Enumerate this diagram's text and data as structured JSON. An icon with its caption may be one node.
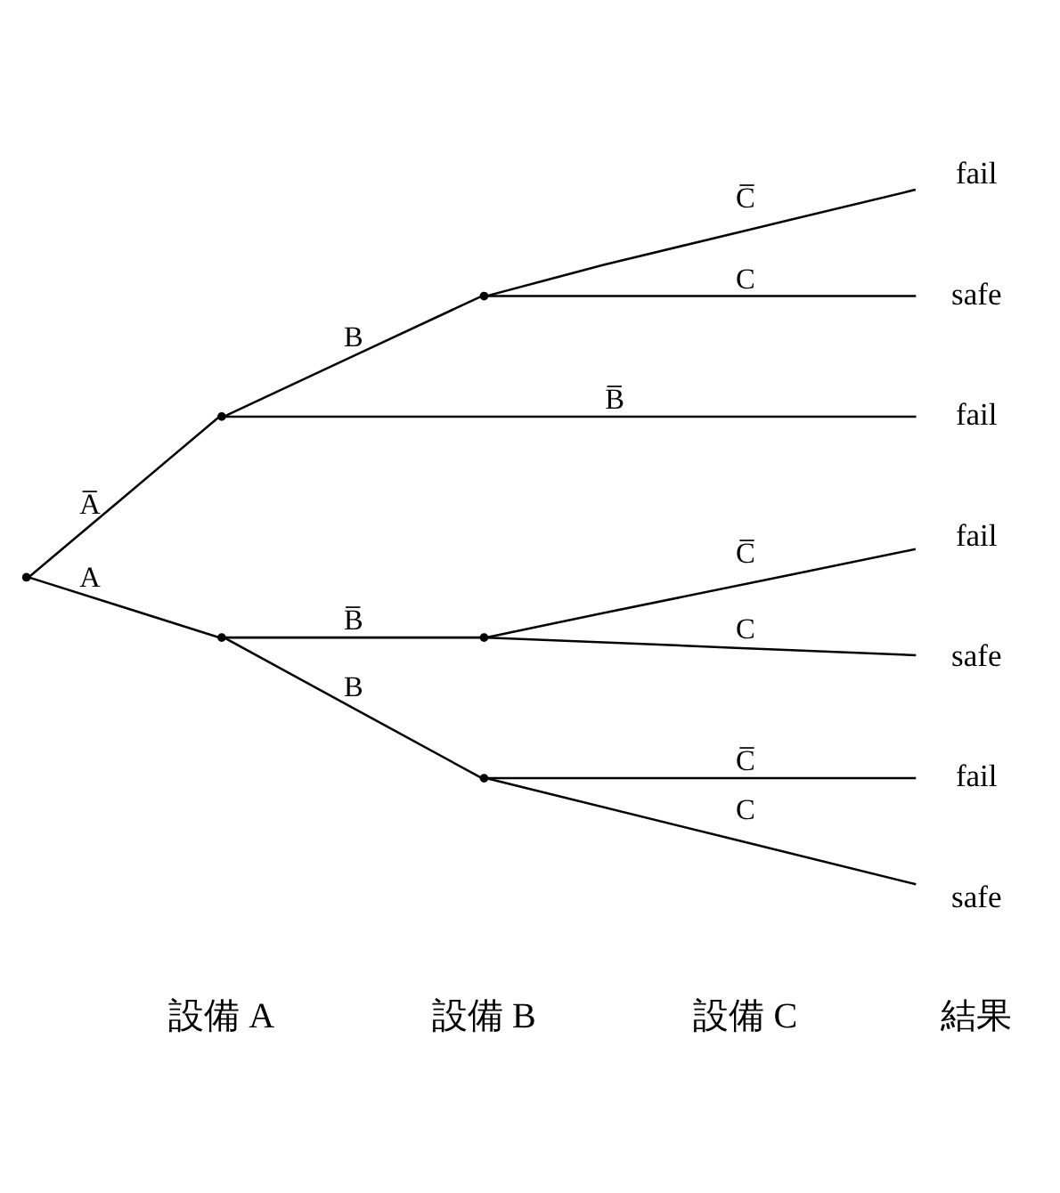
{
  "diagram": {
    "nodes": [
      {
        "text": [],
        "shape": "point"
      },
      {
        "text": [],
        "shape": "point"
      },
      {
        "text": [],
        "shape": "point"
      },
      {
        "text": [],
        "shape": "point"
      },
      {
        "text": [],
        "shape": "point"
      },
      {
        "text": [],
        "shape": "point"
      },
      {
        "text": [
          "fail"
        ]
      },
      {
        "text": [
          "fail"
        ]
      },
      {
        "text": [
          "safe"
        ]
      },
      {
        "text": [
          "fail"
        ]
      },
      {
        "text": [
          "safe"
        ]
      },
      {
        "text": [
          "fail"
        ]
      },
      {
        "text": [
          "safe"
        ]
      }
    ],
    "edges": [
      {
        "from": 0,
        "to": 1,
        "arrow": "none",
        "label": "A̅"
      },
      {
        "from": 1,
        "to": 6,
        "arrow": "none",
        "label": "B̅"
      },
      {
        "from": 1,
        "to": 3,
        "arrow": "none",
        "label": "B"
      },
      {
        "from": 3,
        "to": 7,
        "arrow": "none",
        "label": "C̅"
      },
      {
        "from": 3,
        "to": 8,
        "arrow": "none",
        "label": "C"
      },
      {
        "from": 0,
        "to": 2,
        "arrow": "none",
        "label": "A"
      },
      {
        "from": 2,
        "to": 4,
        "arrow": "none",
        "label": "B̅"
      },
      {
        "from": 2,
        "to": 5,
        "arrow": "none",
        "label": "B"
      },
      {
        "from": 4,
        "to": 9,
        "arrow": "none",
        "label": "C̅"
      },
      {
        "from": 4,
        "to": 10,
        "arrow": "none",
        "label": "C"
      },
      {
        "from": 5,
        "to": 11,
        "arrow": "none",
        "label": "C̅"
      },
      {
        "from": 5,
        "to": 12,
        "arrow": "none",
        "label": "C"
      }
    ],
    "labels": [
      "設備 A",
      "設備 B",
      "設備 C",
      "結果"
    ]
  }
}
